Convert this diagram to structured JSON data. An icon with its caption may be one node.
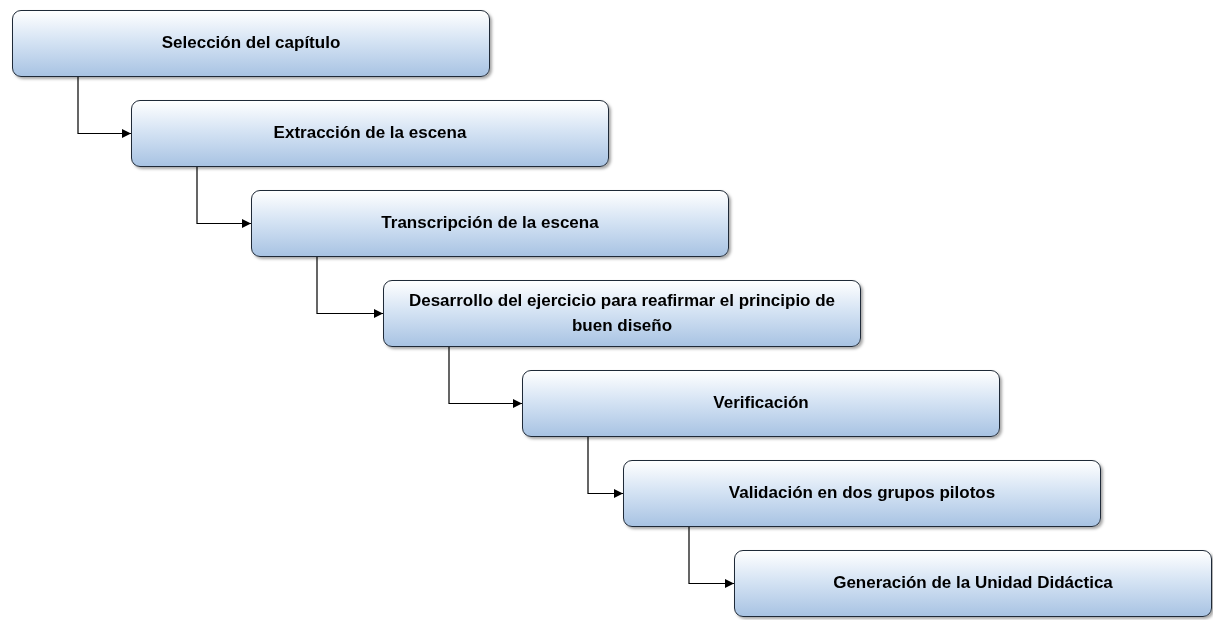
{
  "diagram": {
    "nodes": [
      {
        "text": [
          "Selección del capítulo"
        ]
      },
      {
        "text": [
          "Extracción de la escena"
        ]
      },
      {
        "text": [
          "Transcripción de la escena"
        ]
      },
      {
        "text": [
          "Desarrollo del ejercicio para reafirmar el principio de buen diseño"
        ]
      },
      {
        "text": [
          "Verificación"
        ]
      },
      {
        "text": [
          "Validación en dos grupos pilotos"
        ]
      },
      {
        "text": [
          "Generación de la Unidad Didáctica"
        ]
      }
    ],
    "edges": [
      {
        "from": 0,
        "to": 1,
        "arrow": "to"
      },
      {
        "from": 1,
        "to": 2,
        "arrow": "to"
      },
      {
        "from": 2,
        "to": 3,
        "arrow": "to"
      },
      {
        "from": 3,
        "to": 4,
        "arrow": "to"
      },
      {
        "from": 4,
        "to": 5,
        "arrow": "to"
      },
      {
        "from": 5,
        "to": 6,
        "arrow": "to"
      }
    ]
  }
}
